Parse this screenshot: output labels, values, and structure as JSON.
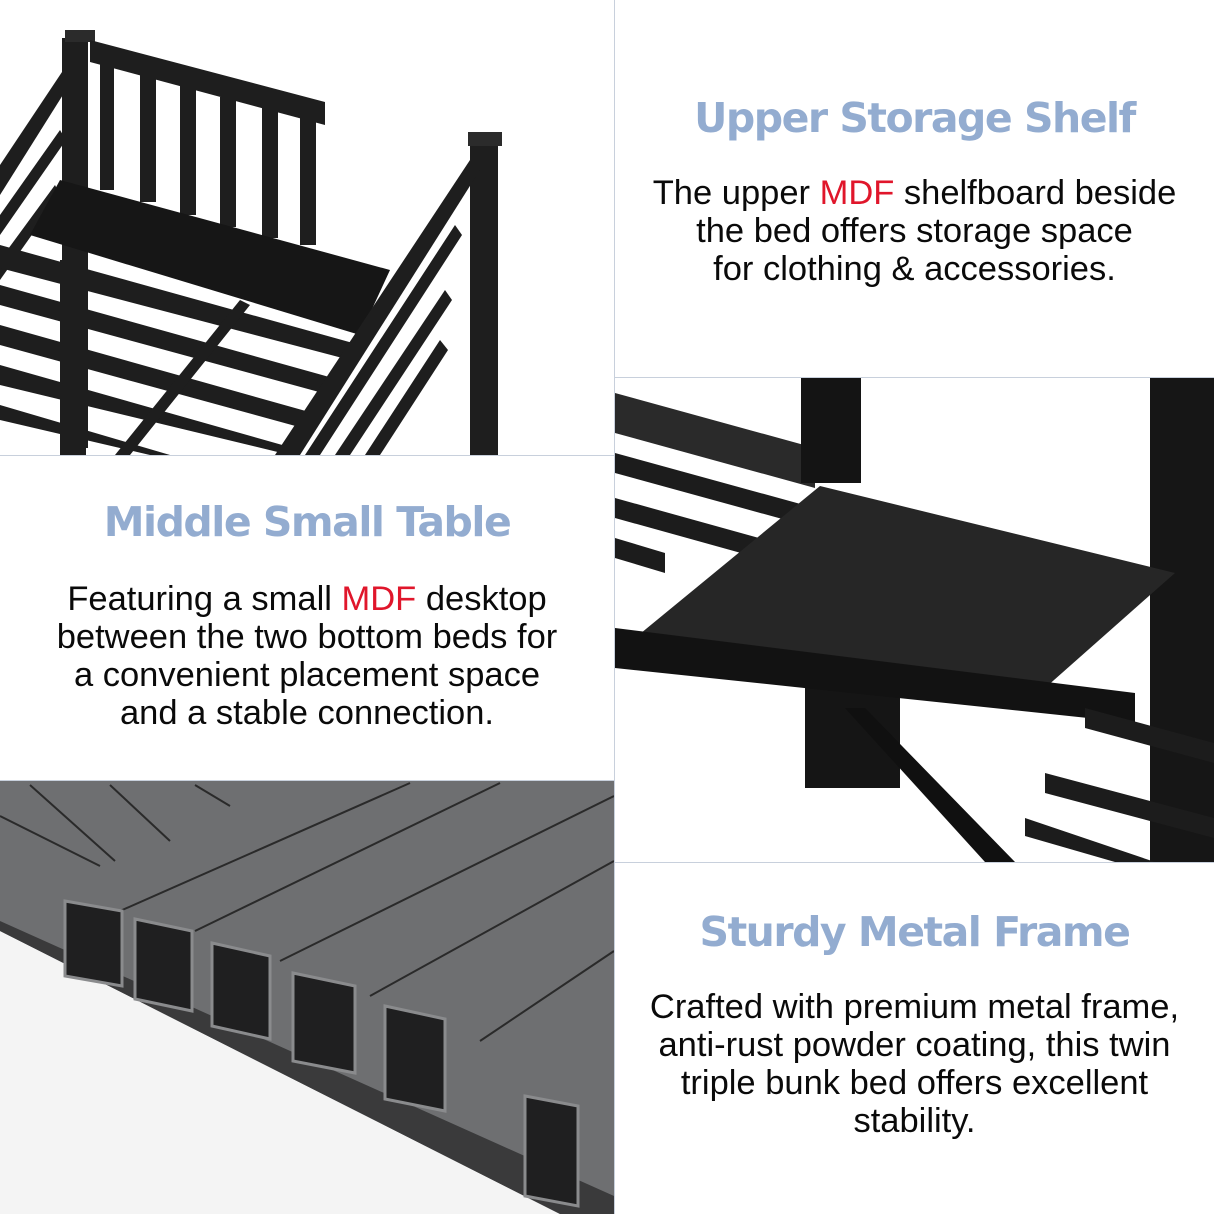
{
  "colors": {
    "heading": "#93acd0",
    "accent": "#e0162b",
    "body": "#0a0a0a",
    "metal_dark": "#1c1c1c",
    "metal_grey": "#6e6f71",
    "divider": "#c8d0dc"
  },
  "sections": [
    {
      "id": "upper-storage-shelf",
      "heading": "Upper Storage Shelf",
      "lines": [
        {
          "pre": "The upper ",
          "accent": "MDF",
          "post": " shelfboard beside"
        },
        {
          "pre": "the bed offers storage space",
          "accent": "",
          "post": ""
        },
        {
          "pre": "for clothing & accessories.",
          "accent": "",
          "post": ""
        }
      ]
    },
    {
      "id": "middle-small-table",
      "heading": "Middle Small Table",
      "lines": [
        {
          "pre": "Featuring a small ",
          "accent": "MDF",
          "post": " desktop"
        },
        {
          "pre": "between the two bottom beds for",
          "accent": "",
          "post": ""
        },
        {
          "pre": "a convenient placement space",
          "accent": "",
          "post": ""
        },
        {
          "pre": "and a stable connection.",
          "accent": "",
          "post": ""
        }
      ]
    },
    {
      "id": "sturdy-metal-frame",
      "heading": "Sturdy Metal Frame",
      "lines": [
        {
          "pre": "Crafted with premium metal frame,",
          "accent": "",
          "post": ""
        },
        {
          "pre": "anti-rust powder coating, this twin",
          "accent": "",
          "post": ""
        },
        {
          "pre": "triple bunk bed offers excellent",
          "accent": "",
          "post": ""
        },
        {
          "pre": "stability.",
          "accent": "",
          "post": ""
        }
      ]
    }
  ],
  "images": [
    {
      "id": "bunk-bed-upper-shelf-photo",
      "subject": "black metal bunk bed with upper MDF shelf"
    },
    {
      "id": "middle-table-photo",
      "subject": "black MDF small table between bed frames"
    },
    {
      "id": "metal-tubes-photo",
      "subject": "square steel tube cross-sections"
    }
  ]
}
